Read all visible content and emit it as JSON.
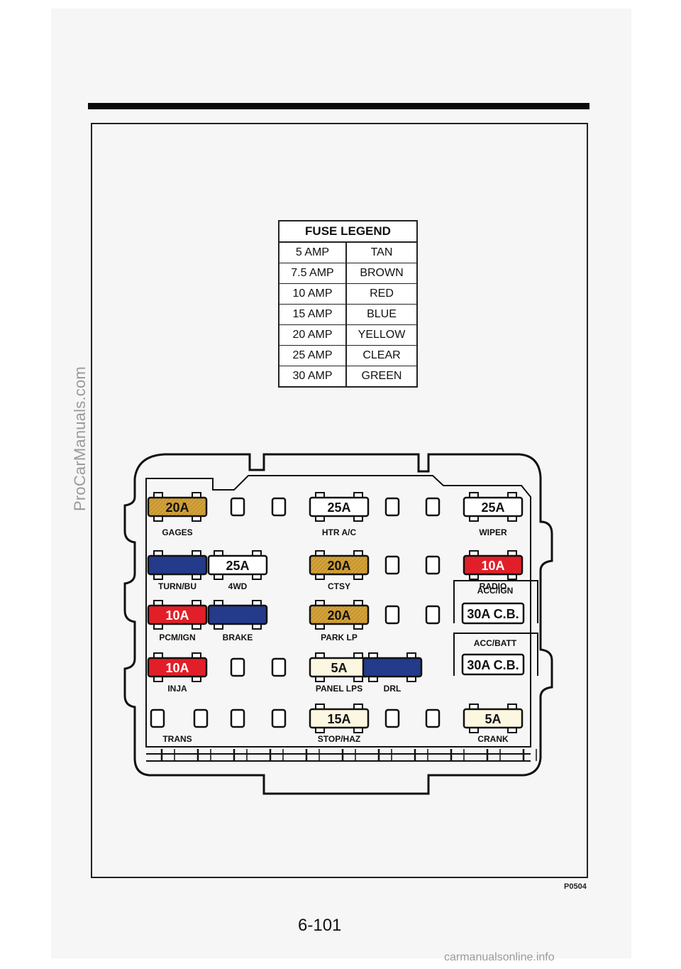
{
  "watermark_side": "ProCarManuals.com",
  "watermark_bottom": "carmanualsonline.info",
  "legend": {
    "title": "FUSE LEGEND",
    "rows": [
      {
        "amp": "5 AMP",
        "color": "TAN"
      },
      {
        "amp": "7.5 AMP",
        "color": "BROWN"
      },
      {
        "amp": "10 AMP",
        "color": "RED"
      },
      {
        "amp": "15 AMP",
        "color": "BLUE"
      },
      {
        "amp": "20 AMP",
        "color": "YELLOW"
      },
      {
        "amp": "25 AMP",
        "color": "CLEAR"
      },
      {
        "amp": "30 AMP",
        "color": "GREEN"
      }
    ]
  },
  "colors": {
    "tan": "#c9962e",
    "red": "#e21f28",
    "blue": "#243a8a",
    "clear": "#ffffff",
    "cream": "#fbf7e0"
  },
  "fuse_block": {
    "rows": [
      {
        "fuses": [
          {
            "rating": "20A",
            "fill": "tan"
          },
          {
            "rating": "",
            "fill": "empty"
          },
          {
            "rating": "",
            "fill": "empty"
          },
          {
            "rating": "25A",
            "fill": "clear"
          },
          {
            "rating": "",
            "fill": "empty"
          },
          {
            "rating": "",
            "fill": "empty"
          },
          {
            "rating": "25A",
            "fill": "clear"
          }
        ],
        "labels": [
          {
            "col": 0,
            "text": "GAGES"
          },
          {
            "col": 3,
            "text": "HTR A/C"
          },
          {
            "col": 6,
            "text": "WIPER"
          }
        ]
      },
      {
        "fuses": [
          {
            "rating": "",
            "fill": "blue"
          },
          {
            "rating": "25A",
            "fill": "clear"
          },
          {
            "rating": "20A",
            "fill": "tan"
          },
          {
            "rating": "",
            "fill": "empty"
          },
          {
            "rating": "",
            "fill": "empty"
          },
          {
            "rating": "10A",
            "fill": "red"
          }
        ],
        "labels": [
          {
            "col": 0,
            "text": "TURN/BU"
          },
          {
            "col": 1,
            "text": "4WD"
          },
          {
            "col": 3,
            "text": "CTSY"
          },
          {
            "col": 6,
            "text": "RADIO"
          }
        ]
      },
      {
        "fuses": [
          {
            "rating": "10A",
            "fill": "red"
          },
          {
            "rating": "",
            "fill": "blue"
          },
          {
            "rating": "20A",
            "fill": "tan"
          },
          {
            "rating": "",
            "fill": "empty"
          },
          {
            "rating": "",
            "fill": "empty"
          }
        ],
        "labels": [
          {
            "col": 0,
            "text": "PCM/IGN"
          },
          {
            "col": 1,
            "text": "BRAKE"
          },
          {
            "col": 3,
            "text": "PARK LP"
          }
        ]
      },
      {
        "fuses": [
          {
            "rating": "10A",
            "fill": "red"
          },
          {
            "rating": "",
            "fill": "empty"
          },
          {
            "rating": "",
            "fill": "empty"
          },
          {
            "rating": "5A",
            "fill": "cream"
          },
          {
            "rating": "",
            "fill": "blue"
          }
        ],
        "labels": [
          {
            "col": 0,
            "text": "INJA"
          },
          {
            "col": 3,
            "text": "PANEL LPS"
          },
          {
            "col": 4,
            "text": "DRL"
          }
        ]
      },
      {
        "fuses": [
          {
            "rating": "",
            "fill": "empty"
          },
          {
            "rating": "",
            "fill": "empty"
          },
          {
            "rating": "",
            "fill": "empty"
          },
          {
            "rating": "",
            "fill": "empty"
          },
          {
            "rating": "15A",
            "fill": "cream"
          },
          {
            "rating": "",
            "fill": "empty"
          },
          {
            "rating": "",
            "fill": "empty"
          },
          {
            "rating": "5A",
            "fill": "cream"
          }
        ],
        "labels": [
          {
            "col": 0,
            "text": "TRANS"
          },
          {
            "col": 3,
            "text": "STOP/HAZ"
          },
          {
            "col": 6,
            "text": "CRANK"
          }
        ]
      }
    ],
    "breakers": [
      {
        "label": "ACC/IGN",
        "rating": "30A C.B."
      },
      {
        "label": "ACC/BATT",
        "rating": "30A C.B."
      }
    ]
  },
  "figure_code": "P0504",
  "page_number": "6-101"
}
